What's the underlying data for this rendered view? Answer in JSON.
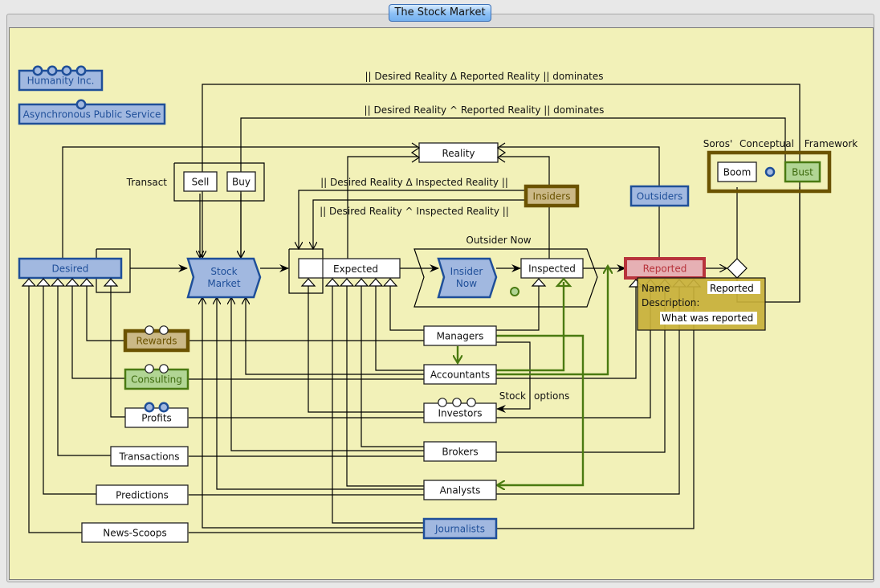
{
  "window": {
    "title": "The Stock Market"
  },
  "colors": {
    "canvas": "#f2f1b8",
    "blue_fill": "#a1b8e0",
    "blue_stroke": "#1f4f99",
    "blue_text": "#1f4f99",
    "tan_fill": "#cbb987",
    "tan_stroke": "#6b5300",
    "tan_text": "#6b5300",
    "green_fill": "#b1d594",
    "green_stroke": "#497a12",
    "green_text": "#3d6a0e",
    "red_fill": "#e6b0b4",
    "red_stroke": "#b8333b",
    "red_text": "#b8333b",
    "green_edge": "#4a7a10",
    "tooltip_fill": "#c8b03a"
  },
  "labels": {
    "delta_reported": "|| Desired Reality Δ Reported Reality || dominates",
    "wedge_reported": "|| Desired Reality ^ Reported Reality || dominates",
    "delta_inspected": "|| Desired Reality Δ Inspected Reality ||",
    "wedge_inspected": "|| Desired Reality ^ Inspected Reality ||",
    "transact": "Transact",
    "outsider_now": "Outsider Now",
    "soros": "Soros'",
    "conceptual": "Conceptual",
    "framework": "Framework",
    "stock": "Stock",
    "options": "options"
  },
  "nodes": {
    "humanity": "Humanity Inc.",
    "aps": "Asynchronous Public Service",
    "desired": "Desired",
    "stock_market": [
      "Stock",
      "Market"
    ],
    "sell": "Sell",
    "buy": "Buy",
    "expected": "Expected",
    "reality": "Reality",
    "insiders": "Insiders",
    "insider_now": [
      "Insider",
      "Now"
    ],
    "inspected": "Inspected",
    "outsiders": "Outsiders",
    "reported": "Reported",
    "boom": "Boom",
    "bust": "Bust",
    "rewards": "Rewards",
    "consulting": "Consulting",
    "profits": "Profits",
    "transactions": "Transactions",
    "predictions": "Predictions",
    "news_scoops": "News-Scoops",
    "managers": "Managers",
    "accountants": "Accountants",
    "investors": "Investors",
    "brokers": "Brokers",
    "analysts": "Analysts",
    "journalists": "Journalists"
  },
  "tooltip": {
    "name_label": "Name",
    "name_value": "Reported",
    "description_label": "Description:",
    "description_value": "What was reported"
  }
}
